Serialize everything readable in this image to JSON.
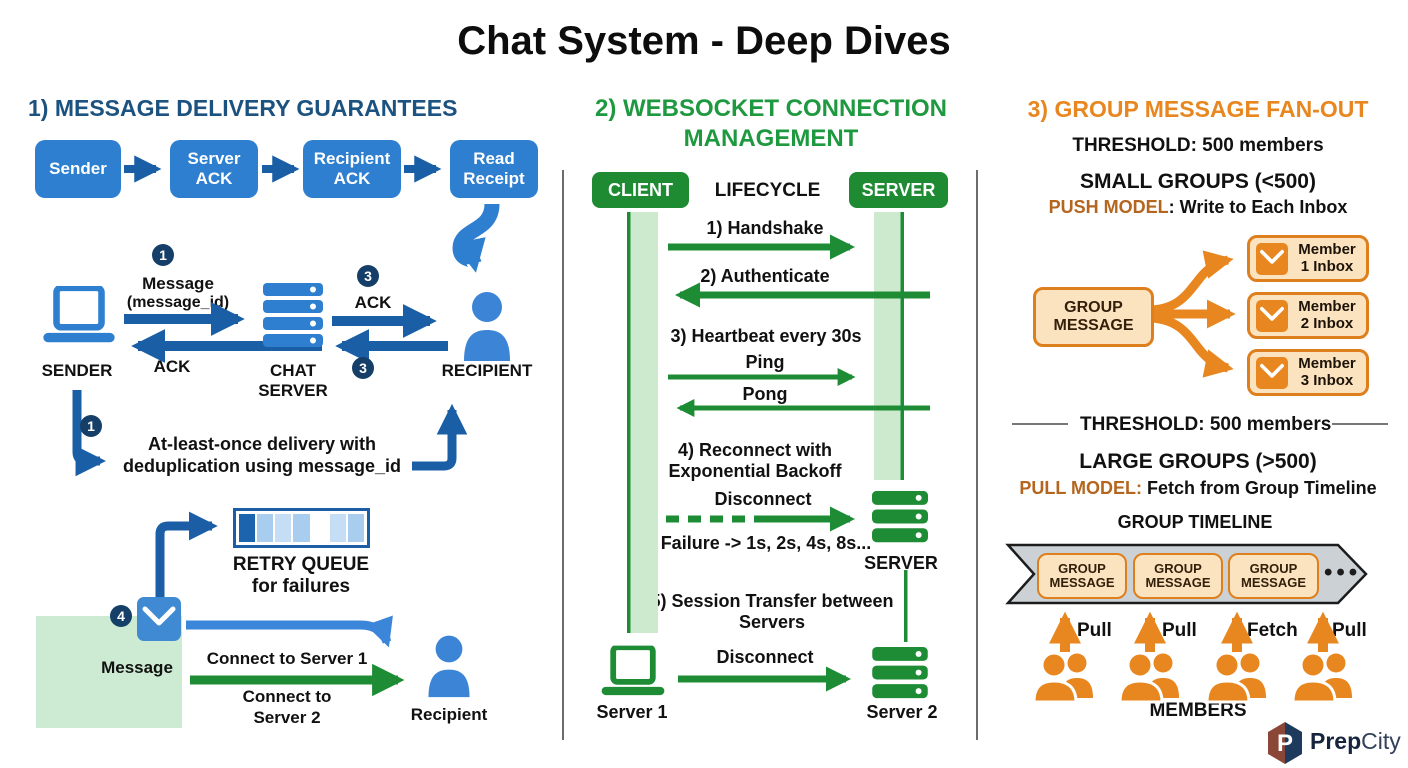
{
  "title": "Chat System - Deep Dives",
  "colors": {
    "primary_blue": "#2e7fd0",
    "dark_blue": "#1a5fa6",
    "badge_navy": "#153f68",
    "heading_blue": "#1b5280",
    "green": "#1d8c34",
    "heading_green": "#1f9940",
    "light_green": "#cdebd2",
    "orange": "#e8861f",
    "orange_deep": "#b4651e",
    "light_orange": "#fce3c0",
    "timeline_gray": "#ccd1d6"
  },
  "panel1": {
    "heading": "1) MESSAGE DELIVERY GUARANTEES",
    "flow_boxes": [
      "Sender",
      "Server ACK",
      "Recipient ACK",
      "Read Receipt"
    ],
    "badges": {
      "msg": "1",
      "ack_top": "3",
      "ack_bottom": "3",
      "dedup": "1",
      "retry": "4"
    },
    "msg_label": "Message",
    "msg_sub": "(message_id)",
    "ack_top": "ACK",
    "ack_bottom": "ACK",
    "sender": "SENDER",
    "chat_server": "CHAT SERVER",
    "recipient": "RECIPIENT",
    "note_line1": "At-least-once delivery with",
    "note_line2": "deduplication using message_id",
    "retry_queue_title": "RETRY QUEUE",
    "retry_queue_sub": "for failures",
    "message": "Message",
    "connect1": "Connect to Server 1",
    "connect2_line1": "Connect to",
    "connect2_line2": "Server 2",
    "recipient2": "Recipient"
  },
  "panel2": {
    "heading_line1": "2) WEBSOCKET CONNECTION",
    "heading_line2": "MANAGEMENT",
    "client": "CLIENT",
    "lifecycle": "LIFECYCLE",
    "server": "SERVER",
    "step1": "1) Handshake",
    "step2": "2) Authenticate",
    "step3": "3) Heartbeat every 30s",
    "ping": "Ping",
    "pong": "Pong",
    "step4_line1": "4) Reconnect with",
    "step4_line2": "Exponential Backoff",
    "disconnect1": "Disconnect",
    "failure": "Failure -> 1s, 2s, 4s, 8s...",
    "server_mid": "SERVER",
    "step5_line1": "5) Session Transfer between",
    "step5_line2": "Servers",
    "server1": "Server 1",
    "disconnect2": "Disconnect",
    "server2": "Server 2"
  },
  "panel3": {
    "heading": "3) GROUP MESSAGE FAN-OUT",
    "threshold_top": "THRESHOLD: 500 members",
    "small_groups": "SMALL GROUPS (<500)",
    "push_label": "PUSH MODEL",
    "push_rest": ": Write to Each Inbox",
    "group_message": "GROUP MESSAGE",
    "member_boxes": [
      "Member 1 Inbox",
      "Member 2 Inbox",
      "Member 3 Inbox"
    ],
    "threshold_divider": "THRESHOLD: 500 members",
    "large_groups": "LARGE GROUPS (>500)",
    "pull_label": "PULL MODEL:",
    "pull_rest": " Fetch from Group Timeline",
    "group_timeline": "GROUP TIMELINE",
    "timeline_boxes": [
      "GROUP MESSAGE",
      "GROUP MESSAGE",
      "GROUP MESSAGE"
    ],
    "timeline_ellipsis": "•••",
    "pull_labels": [
      "Pull",
      "Pull",
      "Fetch",
      "Pull"
    ],
    "members": "MEMBERS"
  },
  "logo": {
    "monogram": "P",
    "bold": "Prep",
    "light": "City"
  }
}
